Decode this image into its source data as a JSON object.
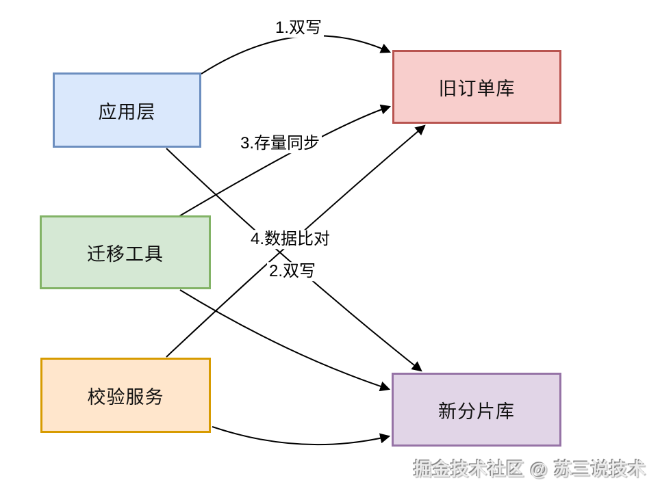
{
  "diagram": {
    "nodes": [
      {
        "id": "application-layer",
        "label": "应用层",
        "fill": "#DAE8FC",
        "border": "#6C8EBF"
      },
      {
        "id": "migration-tool",
        "label": "迁移工具",
        "fill": "#D5E8D4",
        "border": "#82B366"
      },
      {
        "id": "verification-service",
        "label": "校验服务",
        "fill": "#FFE6CC",
        "border": "#D79B00"
      },
      {
        "id": "old-order-db",
        "label": "旧订单库",
        "fill": "#F8CECC",
        "border": "#B85450"
      },
      {
        "id": "new-shard-db",
        "label": "新分片库",
        "fill": "#E1D5E7",
        "border": "#9673A6"
      }
    ],
    "edges": [
      {
        "from": "application-layer",
        "to": "old-order-db",
        "label": "1.双写"
      },
      {
        "from": "application-layer",
        "to": "new-shard-db",
        "label": "2.双写"
      },
      {
        "from": "migration-tool",
        "to": "old-order-db",
        "label": "3.存量同步"
      },
      {
        "from": "migration-tool",
        "to": "new-shard-db",
        "label": ""
      },
      {
        "from": "verification-service",
        "to": "old-order-db",
        "label": "4.数据比对"
      },
      {
        "from": "verification-service",
        "to": "new-shard-db",
        "label": ""
      }
    ],
    "arrow_color": "#000000",
    "watermark": "掘金技术社区 @ 苏三说技术"
  }
}
